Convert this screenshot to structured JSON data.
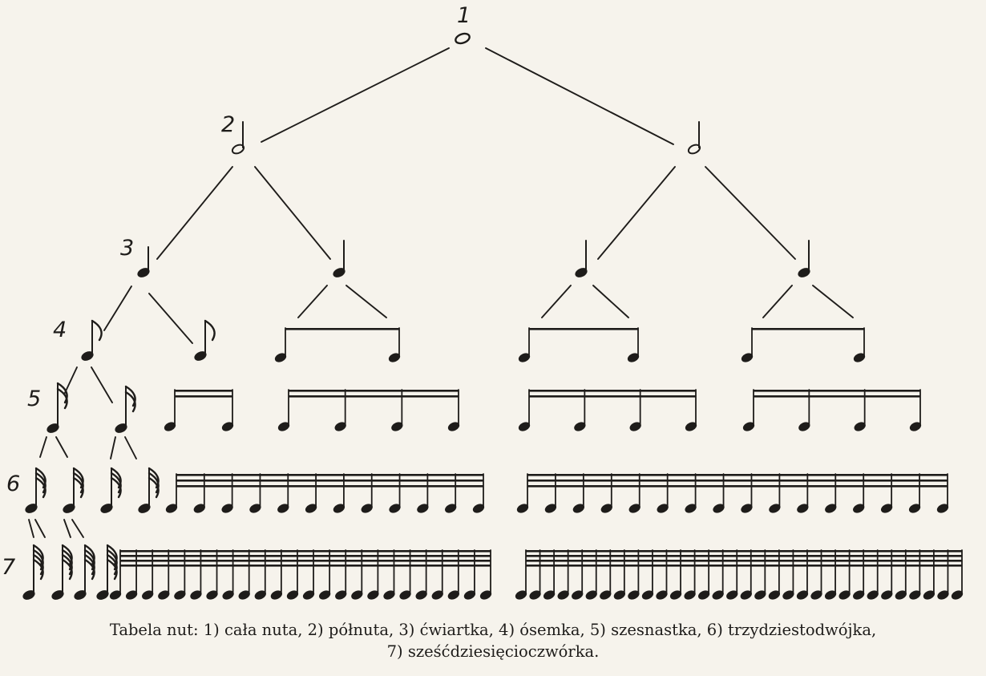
{
  "levels": [
    "1",
    "2",
    "3",
    "4",
    "5",
    "6",
    "7"
  ],
  "caption": {
    "line1": "Tabela nut: 1) cała nuta, 2) półnuta, 3) ćwiartka, 4) ósemka, 5) szesnastka, 6) trzydziestodwójka,",
    "line2": "7) sześćdziesięcioczwórka."
  },
  "colors": {
    "paper": "#f6f3ec",
    "ink": "#1e1c1a"
  }
}
